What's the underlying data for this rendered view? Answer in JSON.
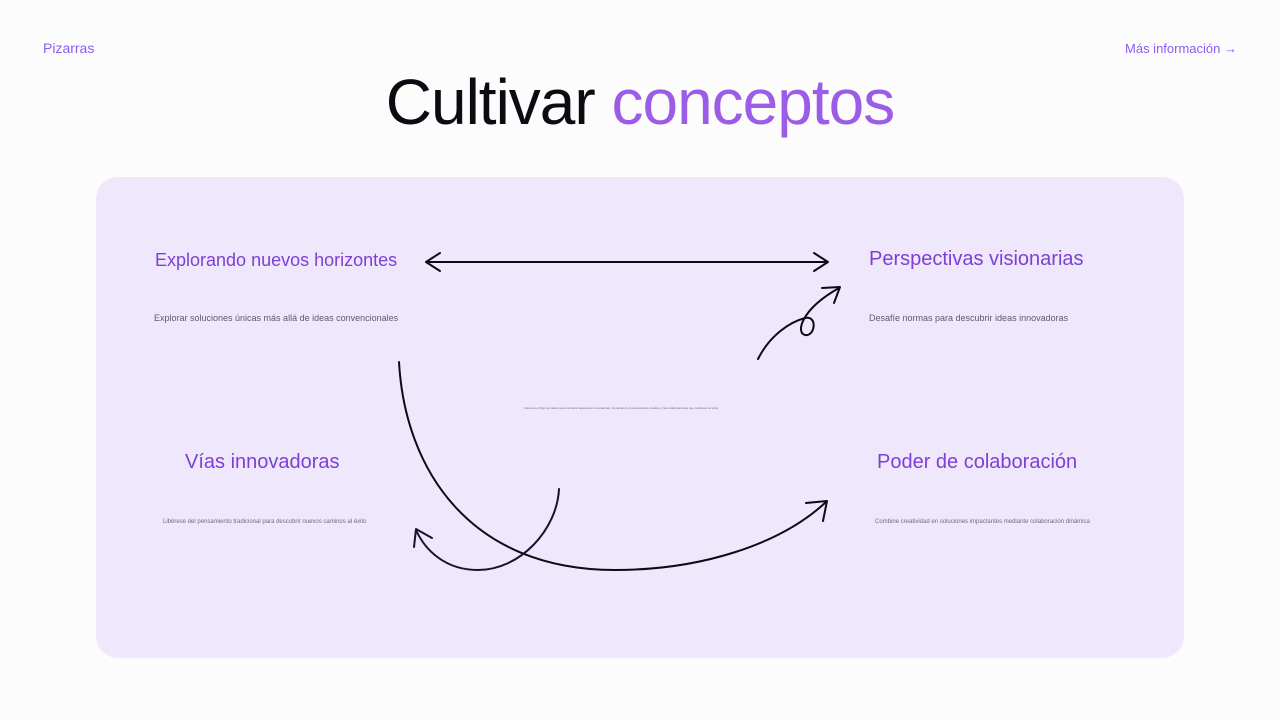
{
  "nav": {
    "back_label": "Pizarras",
    "more_label": "Más información →"
  },
  "title": {
    "part1": "Cultivar ",
    "part2": "conceptos"
  },
  "board": {
    "top_left": {
      "heading": "Explorando nuevos horizontes",
      "description": "Explorar soluciones únicas más allá de ideas convencionales"
    },
    "top_right": {
      "heading": "Perspectivas visionarias",
      "description": "Desafíe normas para descubrir ideas innovadoras"
    },
    "bottom_left": {
      "heading": "Vías innovadoras",
      "description": "Libérese del pensamiento tradicional para descubrir nuevos caminos al éxito"
    },
    "bottom_right": {
      "heading": "Poder de colaboración",
      "description": "Combine creatividad en soluciones impactantes mediante colaboración dinámica"
    },
    "center_note": "Fomente el flujo de ideas para encontrar soluciones innovadoras, fomentando el pensamiento creativo y las colaboraciones que conducen al éxito."
  },
  "colors": {
    "accent": "#9b5de5",
    "heading": "#7e3fd6",
    "board_bg": "#efe8fc",
    "arrow": "#0b0b12"
  }
}
